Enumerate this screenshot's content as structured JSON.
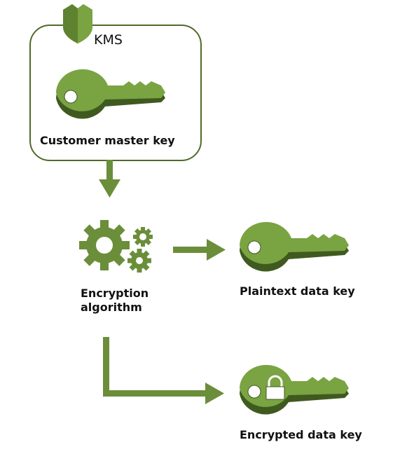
{
  "colors": {
    "accent": "#6b8e3a",
    "key_face": "#7aa342",
    "key_shadow": "#3f5a1f",
    "border": "#4f6b2a"
  },
  "kms": {
    "label": "KMS",
    "icon": "shield-icon"
  },
  "customer_master_key": {
    "label": "Customer master key",
    "icon": "key-icon"
  },
  "encryption_algorithm": {
    "line1": "Encryption",
    "line2": "algorithm",
    "icon": "gears-icon"
  },
  "plaintext_data_key": {
    "label": "Plaintext data key",
    "icon": "key-icon"
  },
  "encrypted_data_key": {
    "label": "Encrypted data key",
    "icon": "locked-key-icon"
  }
}
